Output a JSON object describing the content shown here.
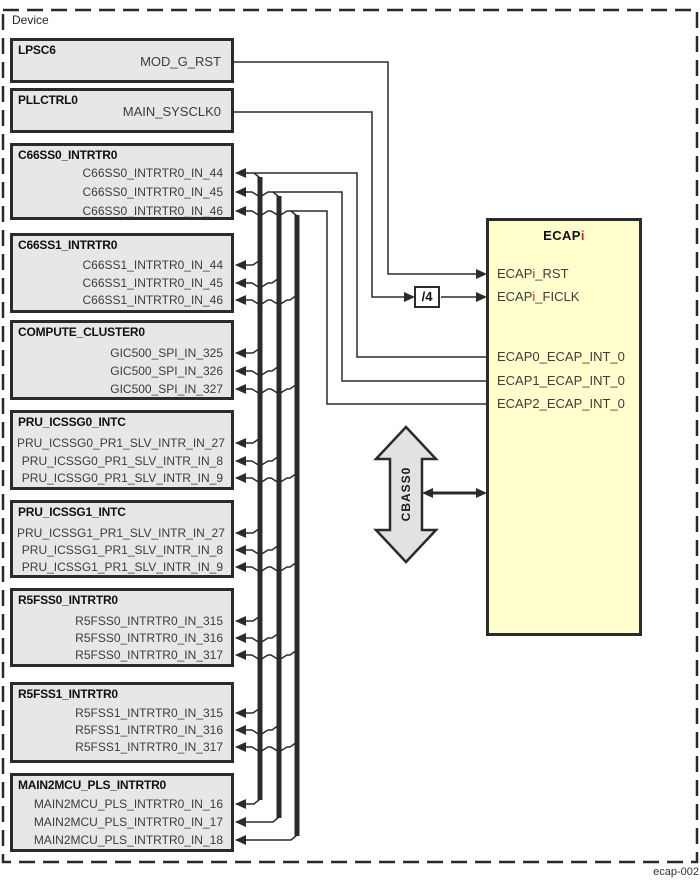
{
  "figure": {
    "device_label": "Device",
    "caption": "ecap-002",
    "colors": {
      "module_fill": "#e7e7e7",
      "module_border": "#2b2b2b",
      "ecap_fill": "#ffffcd",
      "wire": "#2b2b2b",
      "accent_red": "#d8261f",
      "bus_fill": "#e2e2e2",
      "text": "#3c3c3c"
    }
  },
  "modules": [
    {
      "name": "LPSC6",
      "ports": [
        "MOD_G_RST"
      ]
    },
    {
      "name": "PLLCTRL0",
      "ports": [
        "MAIN_SYSCLK0"
      ]
    },
    {
      "name": "C66SS0_INTRTR0",
      "ports": [
        "C66SS0_INTRTR0_IN_44",
        "C66SS0_INTRTR0_IN_45",
        "C66SS0_INTRTR0_IN_46"
      ]
    },
    {
      "name": "C66SS1_INTRTR0",
      "ports": [
        "C66SS1_INTRTR0_IN_44",
        "C66SS1_INTRTR0_IN_45",
        "C66SS1_INTRTR0_IN_46"
      ]
    },
    {
      "name": "COMPUTE_CLUSTER0",
      "ports": [
        "GIC500_SPI_IN_325",
        "GIC500_SPI_IN_326",
        "GIC500_SPI_IN_327"
      ]
    },
    {
      "name": "PRU_ICSSG0_INTC",
      "ports": [
        "PRU_ICSSG0_PR1_SLV_INTR_IN_27",
        "PRU_ICSSG0_PR1_SLV_INTR_IN_8",
        "PRU_ICSSG0_PR1_SLV_INTR_IN_9"
      ]
    },
    {
      "name": "PRU_ICSSG1_INTC",
      "ports": [
        "PRU_ICSSG1_PR1_SLV_INTR_IN_27",
        "PRU_ICSSG1_PR1_SLV_INTR_IN_8",
        "PRU_ICSSG1_PR1_SLV_INTR_IN_9"
      ]
    },
    {
      "name": "R5FSS0_INTRTR0",
      "ports": [
        "R5FSS0_INTRTR0_IN_315",
        "R5FSS0_INTRTR0_IN_316",
        "R5FSS0_INTRTR0_IN_317"
      ]
    },
    {
      "name": "R5FSS1_INTRTR0",
      "ports": [
        "R5FSS1_INTRTR0_IN_315",
        "R5FSS1_INTRTR0_IN_316",
        "R5FSS1_INTRTR0_IN_317"
      ]
    },
    {
      "name": "MAIN2MCU_PLS_INTRTR0",
      "ports": [
        "MAIN2MCU_PLS_INTRTR0_IN_16",
        "MAIN2MCU_PLS_INTRTR0_IN_17",
        "MAIN2MCU_PLS_INTRTR0_IN_18"
      ]
    }
  ],
  "ecap": {
    "title": {
      "pre": "ECAP",
      "red": "i"
    },
    "ports": [
      {
        "pre": "ECAP",
        "red": "i",
        "post": "_RST"
      },
      {
        "pre": "ECAP",
        "red": "i",
        "post": "_FICLK"
      },
      {
        "pre": "ECAP0_ECAP_INT_0",
        "red": "",
        "post": ""
      },
      {
        "pre": "ECAP1_ECAP_INT_0",
        "red": "",
        "post": ""
      },
      {
        "pre": "ECAP2_ECAP_INT_0",
        "red": "",
        "post": ""
      }
    ]
  },
  "divider_label": "/4",
  "bus_label": "CBASS0"
}
